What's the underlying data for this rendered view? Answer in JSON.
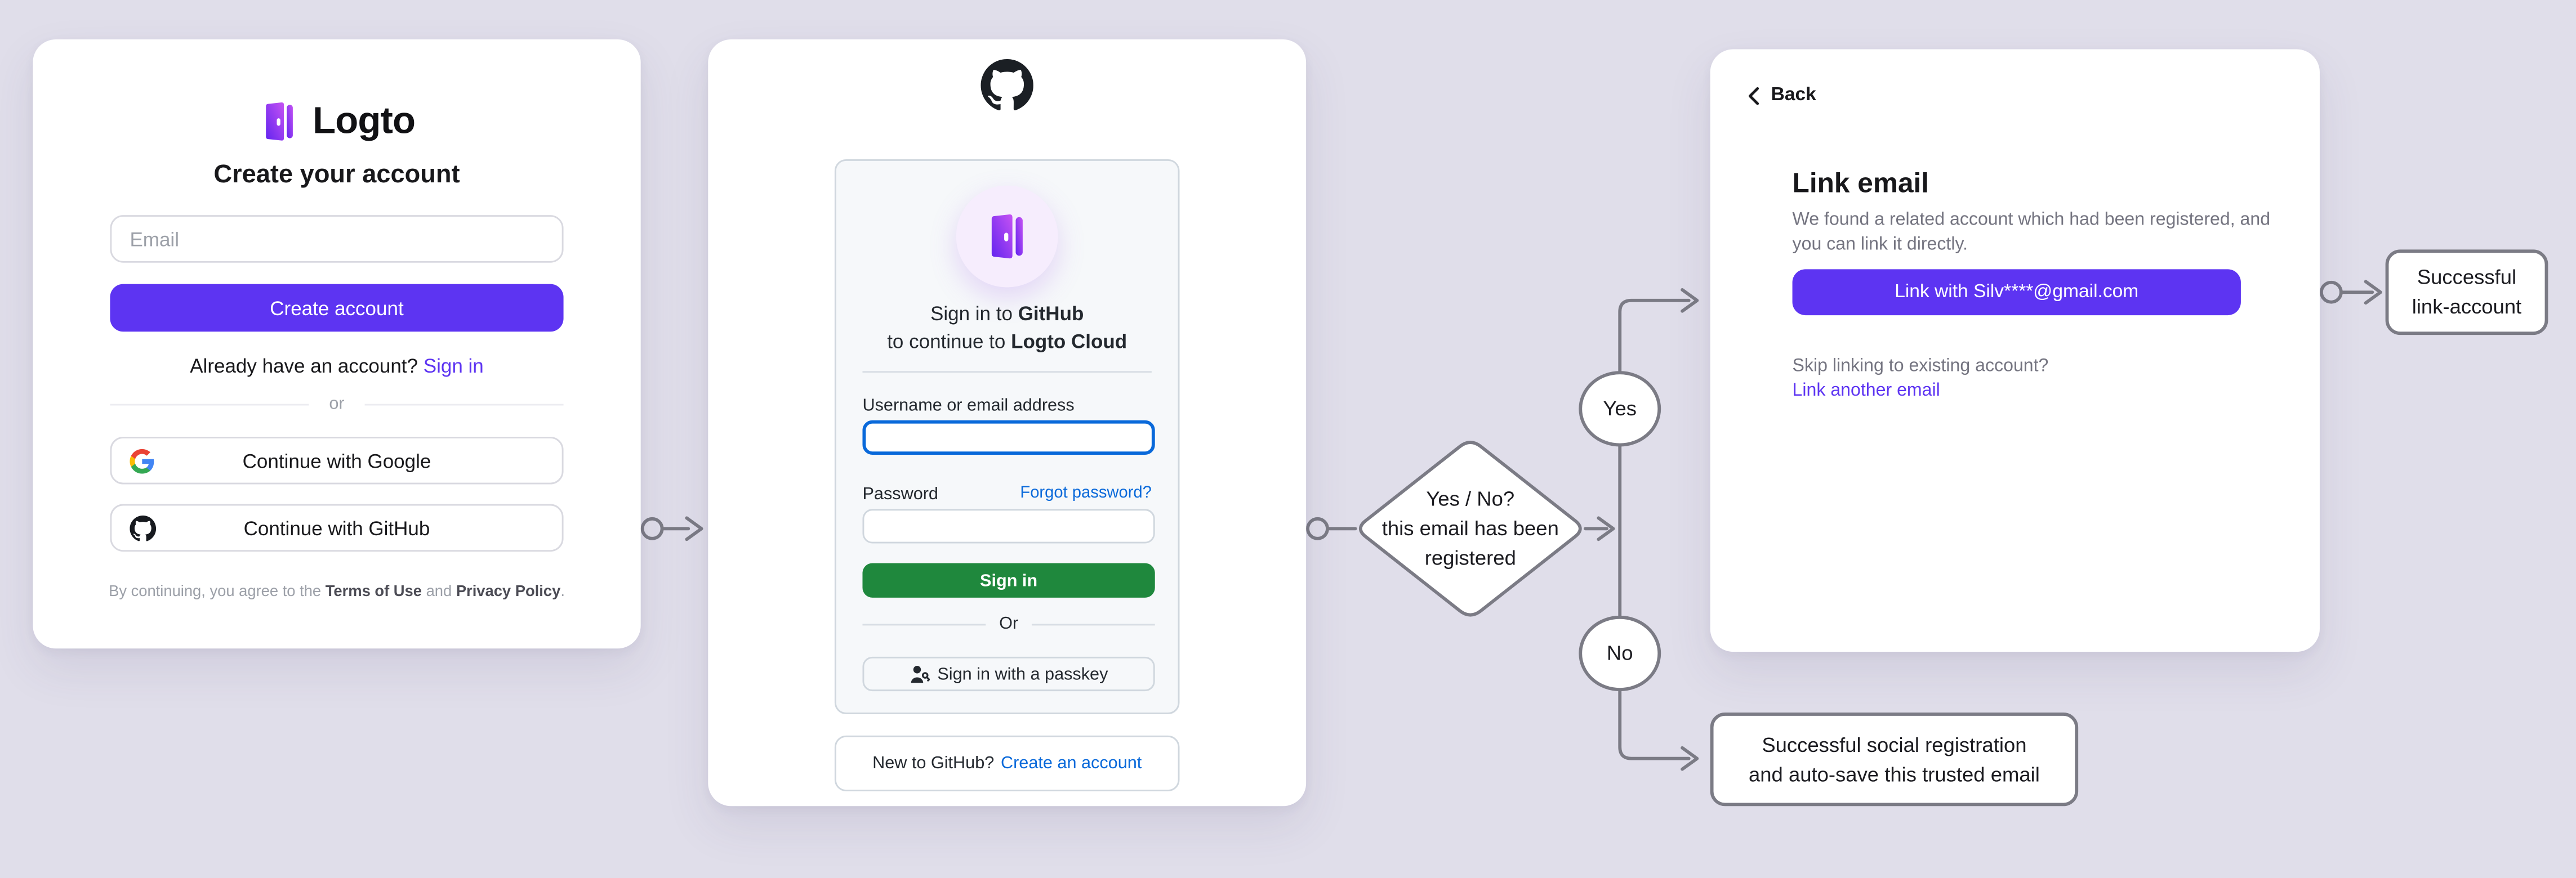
{
  "colors": {
    "background": "#e0deea",
    "accent_purple": "#5d34f2",
    "github_green": "#1f883d",
    "github_blue": "#0969da",
    "flow_line_gray": "#7b7b85"
  },
  "icons": {
    "logto_logo": "logto-door-icon",
    "github_mark": "github-octocat-icon",
    "google_g": "google-g-icon",
    "passkey": "passkey-person-key-icon",
    "back_chevron": "chevron-left-icon",
    "arrow_start": "open-circle-connector",
    "arrow_end": "open-arrowhead"
  },
  "panels": {
    "logto_signup": {
      "brand": "Logto",
      "title": "Create your account",
      "email_placeholder": "Email",
      "create_button": "Create account",
      "signin_prompt": "Already have an account?",
      "signin_link": "Sign in",
      "divider": "or",
      "google_button": "Continue with Google",
      "github_button": "Continue with GitHub",
      "terms_prefix": "By continuing, you agree to the ",
      "terms_link": "Terms of Use",
      "terms_and": " and ",
      "privacy_link": "Privacy Policy",
      "terms_suffix": "."
    },
    "github_signin": {
      "heading1_prefix": "Sign in to ",
      "heading1_bold": "GitHub",
      "heading2_prefix": "to continue to ",
      "heading2_bold": "Logto Cloud",
      "username_label": "Username or email address",
      "username_value": "",
      "password_label": "Password",
      "password_value": "",
      "forgot_link": "Forgot password?",
      "signin_button": "Sign in",
      "divider": "Or",
      "passkey_button": "Sign in with a passkey",
      "new_prompt": "New to GitHub?",
      "create_link": "Create an account"
    },
    "link_email": {
      "back": "Back",
      "title": "Link email",
      "desc_line1": "We found a related account which had been registered, and",
      "desc_line2": "you can link it directly.",
      "link_button": "Link with Silv****@gmail.com",
      "skip_text": "Skip linking to existing account?",
      "link_another": "Link another email"
    }
  },
  "flow": {
    "decision_line1": "Yes / No?",
    "decision_line2": "this email has been",
    "decision_line3": "registered",
    "yes_label": "Yes",
    "no_label": "No",
    "outcome_link_line1": "Successful",
    "outcome_link_line2": "link-account",
    "outcome_social_line1": "Successful social registration",
    "outcome_social_line2": "and auto-save this trusted email"
  }
}
